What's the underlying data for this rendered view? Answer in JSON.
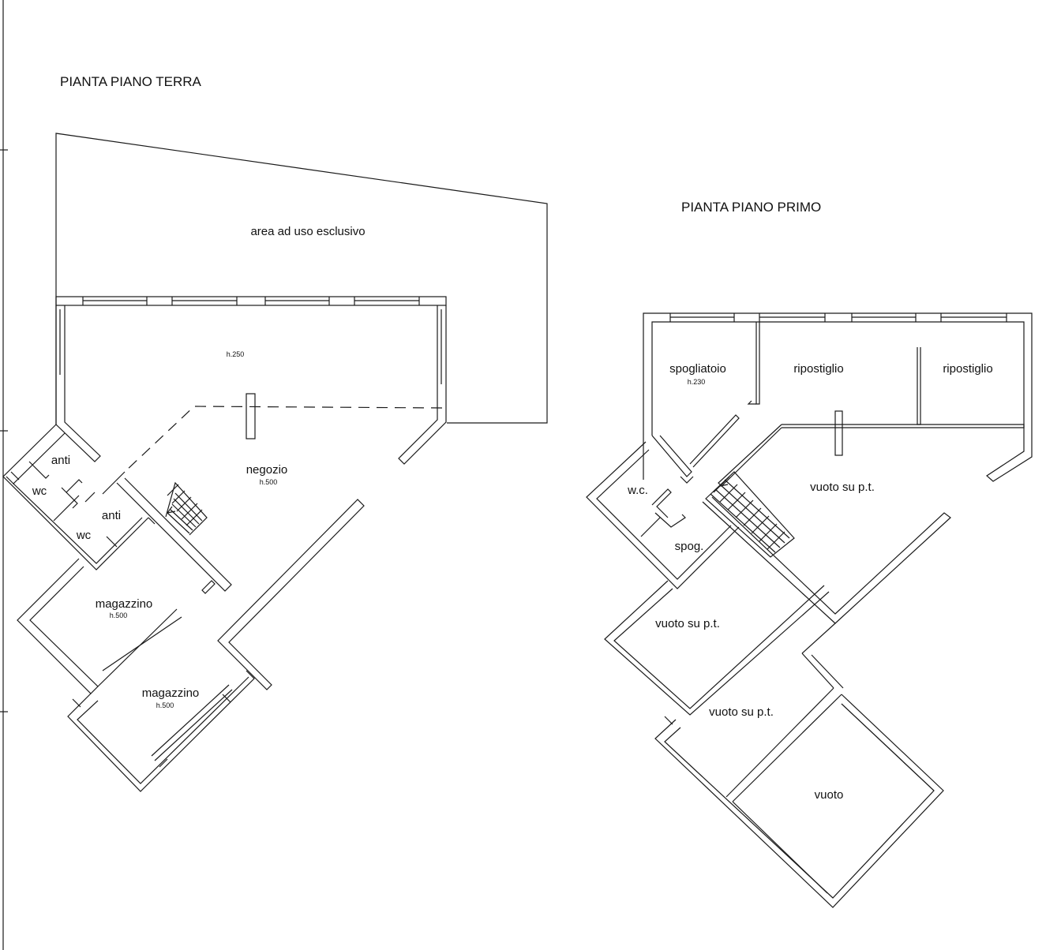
{
  "ground_floor": {
    "title": "PIANTA PIANO TERRA",
    "rooms": {
      "area_esclusiva": "area ad uso esclusivo",
      "ceiling_entrance": "h.250",
      "negozio": "negozio",
      "negozio_h": "h.500",
      "anti_1": "anti",
      "wc_1": "wc",
      "anti_2": "anti",
      "wc_2": "wc",
      "magazzino_1": "magazzino",
      "magazzino_1_h": "h.500",
      "magazzino_2": "magazzino",
      "magazzino_2_h": "h.500"
    }
  },
  "first_floor": {
    "title": "PIANTA PIANO PRIMO",
    "rooms": {
      "spogliatoio": "spogliatoio",
      "spogliatoio_h": "h.230",
      "ripostiglio_1": "ripostiglio",
      "ripostiglio_2": "ripostiglio",
      "wc": "w.c.",
      "spog": "spog.",
      "vuoto_main": "vuoto su p.t.",
      "vuoto_2": "vuoto su p.t.",
      "vuoto_3": "vuoto su p.t.",
      "vuoto_4": "vuoto"
    }
  }
}
